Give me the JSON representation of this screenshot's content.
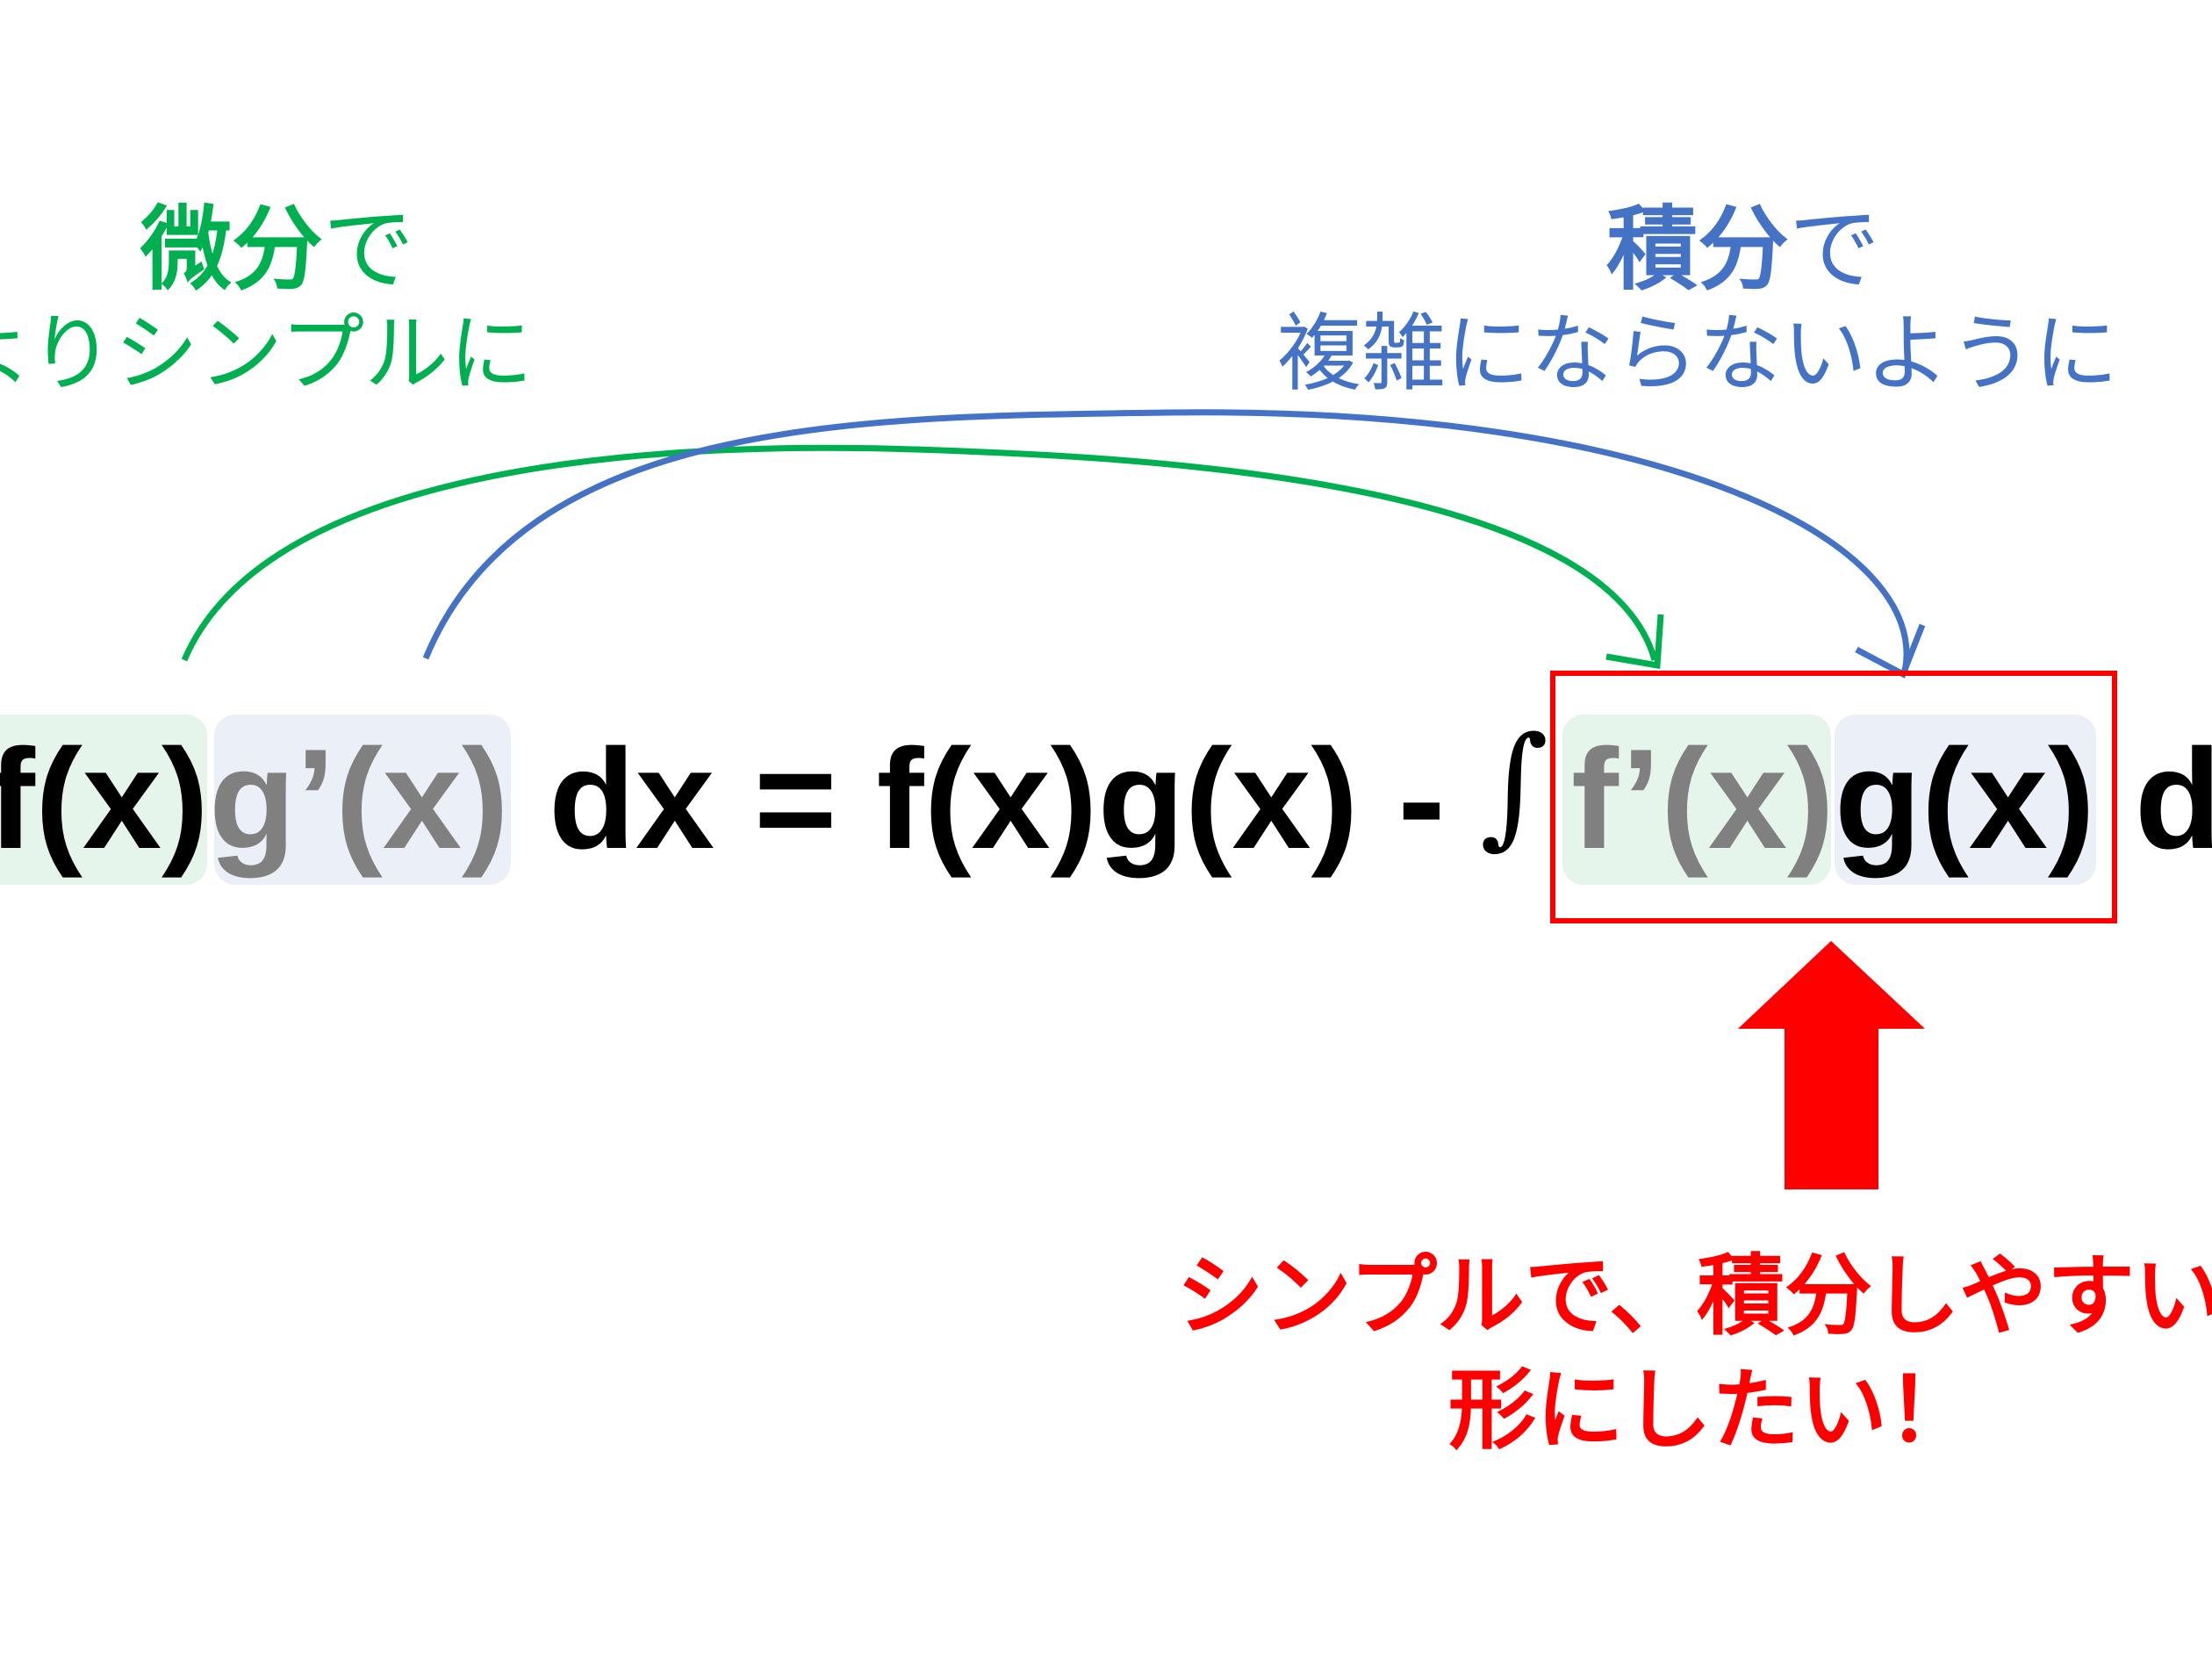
{
  "annotations": {
    "differentiate": {
      "strong": "微分",
      "suffix": "で",
      "line2": "よりシンプルに",
      "color": "#00B050"
    },
    "integrate": {
      "strong": "積分",
      "suffix": "で",
      "line2": "複雑にならないように",
      "color": "#4472C4"
    }
  },
  "formula": {
    "lhs_f": "f(x)",
    "lhs_g": "g’(x)",
    "lhs_dx": " dx = f(x)g(x) - ",
    "integral": "∫",
    "rhs_f": "f’(x)",
    "rhs_g": "g(x)",
    "rhs_dx": " dx"
  },
  "callout": {
    "line1": "シンプルで、積分しやすい",
    "line2": "形にしたい！",
    "color": "#FF0000"
  },
  "colors": {
    "highlight_green": "#E5F5EC",
    "highlight_blue": "#EBF0F8",
    "text_gray": "#808080"
  }
}
